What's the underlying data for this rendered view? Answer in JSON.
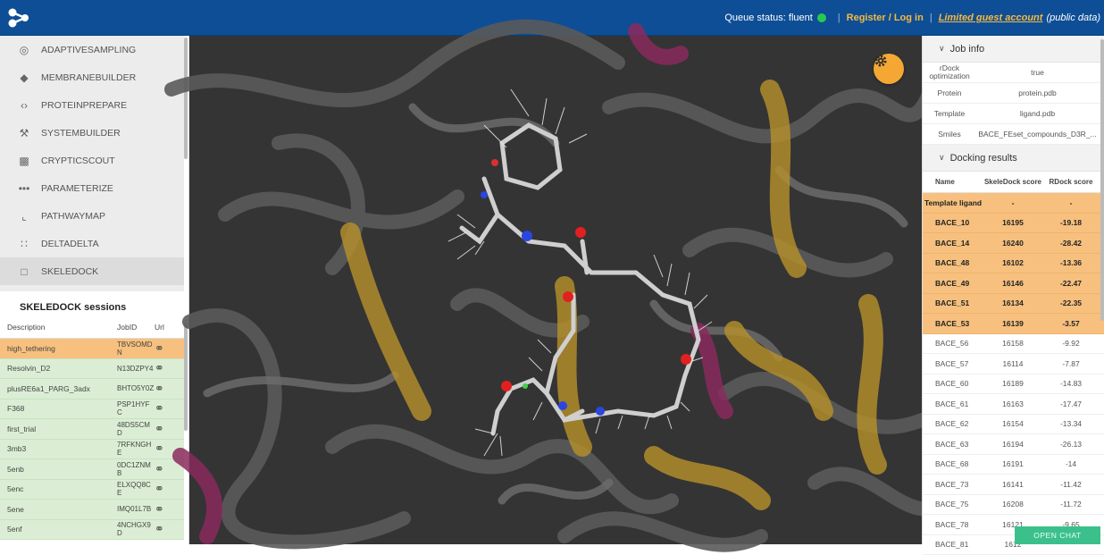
{
  "topbar": {
    "queue_label": "Queue status: fluent",
    "register_label": "Register / Log in",
    "guest_label": "Limited guest account",
    "public_label": "(public data)"
  },
  "apps": [
    {
      "label": "ADAPTIVESAMPLING",
      "icon": "adaptive-sampling-icon"
    },
    {
      "label": "MEMBRANEBUILDER",
      "icon": "layers-icon"
    },
    {
      "label": "PROTEINPREPARE",
      "icon": "protein-prepare-icon"
    },
    {
      "label": "SYSTEMBUILDER",
      "icon": "wrench-icon"
    },
    {
      "label": "CRYPTICSCOUT",
      "icon": "puzzle-icon"
    },
    {
      "label": "PARAMETERIZE",
      "icon": "dots-icon"
    },
    {
      "label": "PATHWAYMAP",
      "icon": "crop-icon"
    },
    {
      "label": "DELTADELTA",
      "icon": "grid-icon"
    },
    {
      "label": "SKELEDOCK",
      "icon": "skeledock-icon"
    }
  ],
  "sessions": {
    "title": "SKELEDOCK sessions",
    "headers": [
      "Description",
      "JobID",
      "Url"
    ],
    "rows": [
      {
        "desc": "high_tethering",
        "job": "TBVSOMDN"
      },
      {
        "desc": "Resolvin_D2",
        "job": "N13DZPY4"
      },
      {
        "desc": "plusRE6a1_PARG_3adx",
        "job": "BHTO5Y0Z"
      },
      {
        "desc": "F368",
        "job": "PSP1HYFC"
      },
      {
        "desc": "first_trial",
        "job": "48DS5CMD"
      },
      {
        "desc": "3mb3",
        "job": "7RFKNGHE"
      },
      {
        "desc": "5enb",
        "job": "0DC1ZNMB"
      },
      {
        "desc": "5enc",
        "job": "ELXQQ8CE"
      },
      {
        "desc": "5ene",
        "job": "IMQ01L7B"
      },
      {
        "desc": "5enf",
        "job": "4NCHGX9D"
      }
    ]
  },
  "job_info": {
    "title": "Job info",
    "rows": [
      {
        "k": "rDock optimization",
        "v": "true"
      },
      {
        "k": "Protein",
        "v": "protein.pdb"
      },
      {
        "k": "Template",
        "v": "ligand.pdb"
      },
      {
        "k": "Smiles",
        "v": "BACE_FEset_compounds_D3R_..."
      }
    ]
  },
  "docking": {
    "title": "Docking results",
    "headers": [
      "Name",
      "SkeleDock score",
      "RDock score"
    ],
    "rows": [
      {
        "n": "Template ligand",
        "s": "-",
        "r": "-"
      },
      {
        "n": "BACE_10",
        "s": "16195",
        "r": "-19.18"
      },
      {
        "n": "BACE_14",
        "s": "16240",
        "r": "-28.42"
      },
      {
        "n": "BACE_48",
        "s": "16102",
        "r": "-13.36"
      },
      {
        "n": "BACE_49",
        "s": "16146",
        "r": "-22.47"
      },
      {
        "n": "BACE_51",
        "s": "16134",
        "r": "-22.35"
      },
      {
        "n": "BACE_53",
        "s": "16139",
        "r": "-3.57"
      },
      {
        "n": "BACE_56",
        "s": "16158",
        "r": "-9.92"
      },
      {
        "n": "BACE_57",
        "s": "16114",
        "r": "-7.87"
      },
      {
        "n": "BACE_60",
        "s": "16189",
        "r": "-14.83"
      },
      {
        "n": "BACE_61",
        "s": "16163",
        "r": "-17.47"
      },
      {
        "n": "BACE_62",
        "s": "16154",
        "r": "-13.34"
      },
      {
        "n": "BACE_63",
        "s": "16194",
        "r": "-26.13"
      },
      {
        "n": "BACE_68",
        "s": "16191",
        "r": "-14"
      },
      {
        "n": "BACE_73",
        "s": "16141",
        "r": "-11.42"
      },
      {
        "n": "BACE_75",
        "s": "16208",
        "r": "-11.72"
      },
      {
        "n": "BACE_78",
        "s": "16121",
        "r": "-9.65"
      },
      {
        "n": "BACE_81",
        "s": "1612",
        "r": ""
      }
    ]
  },
  "open_chat_label": "OPEN CHAT",
  "colors": {
    "brand": "#0e4e96",
    "accent": "#f4a833",
    "selected_row": "#f7c07e",
    "session_row": "#dbeed5",
    "chat": "#3cc08b"
  }
}
